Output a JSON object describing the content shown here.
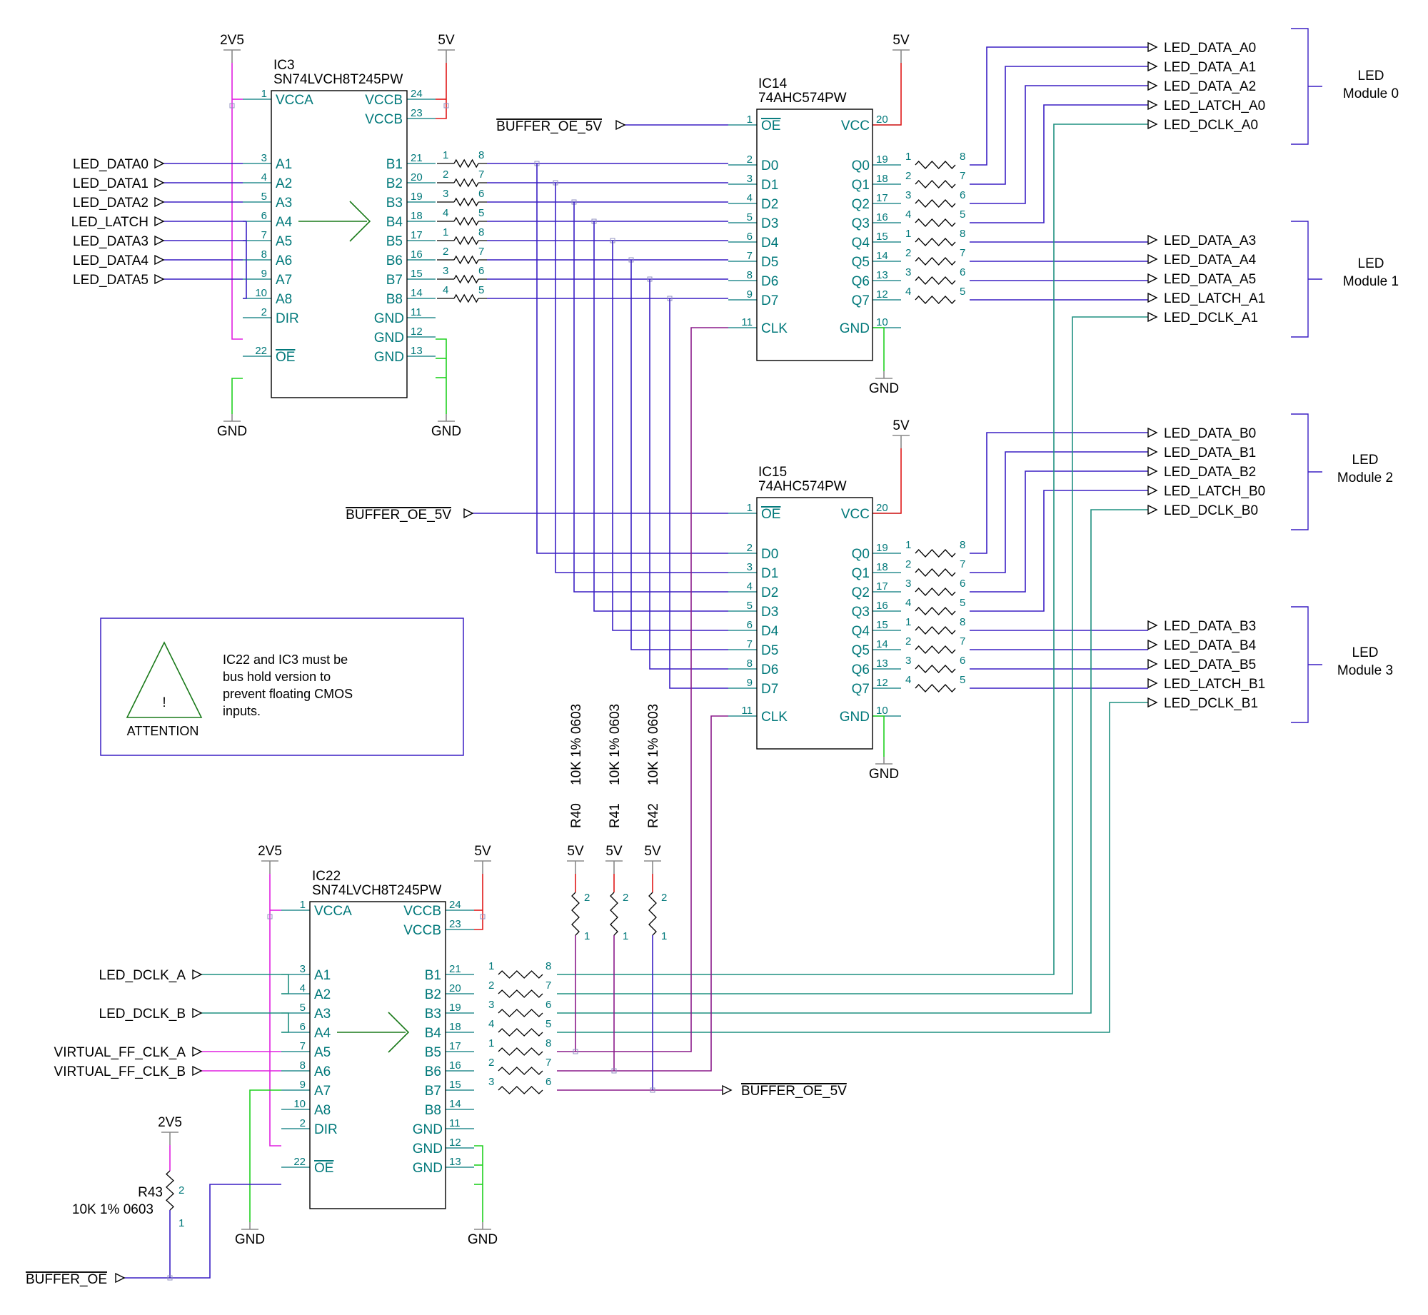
{
  "colors": {
    "blue": "#3a1fc4",
    "teal": "#1f9080",
    "magenta": "#e020e0",
    "purple": "#8a1a8a",
    "red": "#e01818",
    "green": "#1fd01f",
    "pin": "#00787a",
    "box": "#000000"
  },
  "power": {
    "v25": "2V5",
    "v5": "5V",
    "gnd": "GND"
  },
  "ic3": {
    "ref": "IC3",
    "part": "SN74LVCH8T245PW"
  },
  "ic22": {
    "ref": "IC22",
    "part": "SN74LVCH8T245PW"
  },
  "ic14": {
    "ref": "IC14",
    "part": "74AHC574PW"
  },
  "ic15": {
    "ref": "IC15",
    "part": "74AHC574PW"
  },
  "buf_pins": {
    "vcca": "VCCA",
    "vcca_num": "1",
    "vccb1": "VCCB",
    "vccb1_num": "24",
    "vccb2": "VCCB",
    "vccb2_num": "23",
    "dir": "DIR",
    "dir_num": "2",
    "oe": "OE",
    "oe_num": "22",
    "gnd_names": [
      "GND",
      "GND",
      "GND"
    ],
    "gnd_nums": [
      "11",
      "12",
      "13"
    ],
    "a_names": [
      "A1",
      "A2",
      "A3",
      "A4",
      "A5",
      "A6",
      "A7",
      "A8"
    ],
    "a_nums": [
      "3",
      "4",
      "5",
      "6",
      "7",
      "8",
      "9",
      "10"
    ],
    "b_names": [
      "B1",
      "B2",
      "B3",
      "B4",
      "B5",
      "B6",
      "B7",
      "B8"
    ],
    "b_nums": [
      "21",
      "20",
      "19",
      "18",
      "17",
      "16",
      "15",
      "14"
    ]
  },
  "ff_pins": {
    "oe": "OE",
    "oe_num": "1",
    "vcc": "VCC",
    "vcc_num": "20",
    "clk": "CLK",
    "clk_num": "11",
    "gnd": "GND",
    "gnd_num": "10",
    "d_names": [
      "D0",
      "D1",
      "D2",
      "D3",
      "D4",
      "D5",
      "D6",
      "D7"
    ],
    "d_nums": [
      "2",
      "3",
      "4",
      "5",
      "6",
      "7",
      "8",
      "9"
    ],
    "q_names": [
      "Q0",
      "Q1",
      "Q2",
      "Q3",
      "Q4",
      "Q5",
      "Q6",
      "Q7"
    ],
    "q_nums": [
      "19",
      "18",
      "17",
      "16",
      "15",
      "14",
      "13",
      "12"
    ]
  },
  "rnet_nums": {
    "left": [
      "1",
      "2",
      "3",
      "4",
      "1",
      "2",
      "3",
      "4"
    ],
    "right": [
      "8",
      "7",
      "6",
      "5",
      "8",
      "7",
      "6",
      "5"
    ]
  },
  "ic3_inputs": [
    "LED_DATA0",
    "LED_DATA1",
    "LED_DATA2",
    "LED_LATCH",
    "LED_DATA3",
    "LED_DATA4",
    "LED_DATA5"
  ],
  "ic22_inputs": [
    "LED_DCLK_A",
    "LED_DCLK_B",
    "VIRTUAL_FF_CLK_A",
    "VIRTUAL_FF_CLK_B"
  ],
  "buffer_oe_5v": "BUFFER_OE_5V",
  "buffer_oe": "BUFFER_OE",
  "outputs_a": [
    "LED_DATA_A0",
    "LED_DATA_A1",
    "LED_DATA_A2",
    "LED_LATCH_A0",
    "LED_DCLK_A0",
    "LED_DATA_A3",
    "LED_DATA_A4",
    "LED_DATA_A5",
    "LED_LATCH_A1",
    "LED_DCLK_A1"
  ],
  "outputs_b": [
    "LED_DATA_B0",
    "LED_DATA_B1",
    "LED_DATA_B2",
    "LED_LATCH_B0",
    "LED_DCLK_B0",
    "LED_DATA_B3",
    "LED_DATA_B4",
    "LED_DATA_B5",
    "LED_LATCH_B1",
    "LED_DCLK_B1"
  ],
  "modules": [
    {
      "line1": "LED",
      "line2": "Module 0"
    },
    {
      "line1": "LED",
      "line2": "Module 1"
    },
    {
      "line1": "LED",
      "line2": "Module 2"
    },
    {
      "line1": "LED",
      "line2": "Module 3"
    }
  ],
  "pullups": [
    {
      "ref": "R40",
      "value": "10K 1% 0603",
      "pin_top": "2",
      "pin_bot": "1"
    },
    {
      "ref": "R41",
      "value": "10K 1% 0603",
      "pin_top": "2",
      "pin_bot": "1"
    },
    {
      "ref": "R42",
      "value": "10K 1% 0603",
      "pin_top": "2",
      "pin_bot": "1"
    }
  ],
  "r43": {
    "ref": "R43",
    "value": "10K 1% 0603",
    "pin_top": "2",
    "pin_bot": "1"
  },
  "attention": {
    "symbol": "!",
    "title": "ATTENTION",
    "lines": [
      "IC22 and IC3 must be",
      "bus hold version to",
      "prevent floating CMOS",
      "inputs."
    ]
  }
}
